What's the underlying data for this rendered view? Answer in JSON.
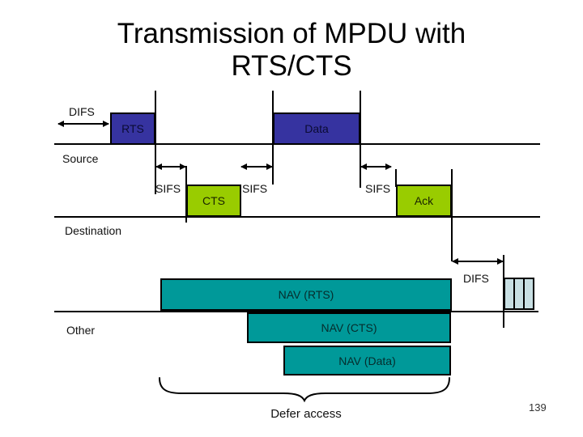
{
  "title": {
    "line1": "Transmission of MPDU with",
    "line2": "RTS/CTS"
  },
  "page_number": "139",
  "colors": {
    "box_blue": "#3633A0",
    "box_green": "#99CC00",
    "box_teal": "#009999",
    "box_pale": "#C8DFE3"
  },
  "diagram": {
    "source": {
      "row_label": "Source",
      "difs_label": "DIFS",
      "rts_label": "RTS",
      "data_label": "Data"
    },
    "destination": {
      "row_label": "Destination",
      "sifs1": "SIFS",
      "sifs2": "SIFS",
      "sifs3": "SIFS",
      "cts_label": "CTS",
      "ack_label": "Ack"
    },
    "other": {
      "row_label": "Other",
      "difs_label": "DIFS",
      "nav_rts": "NAV (RTS)",
      "nav_cts": "NAV (CTS)",
      "nav_data": "NAV (Data)"
    },
    "defer_label": "Defer access"
  }
}
